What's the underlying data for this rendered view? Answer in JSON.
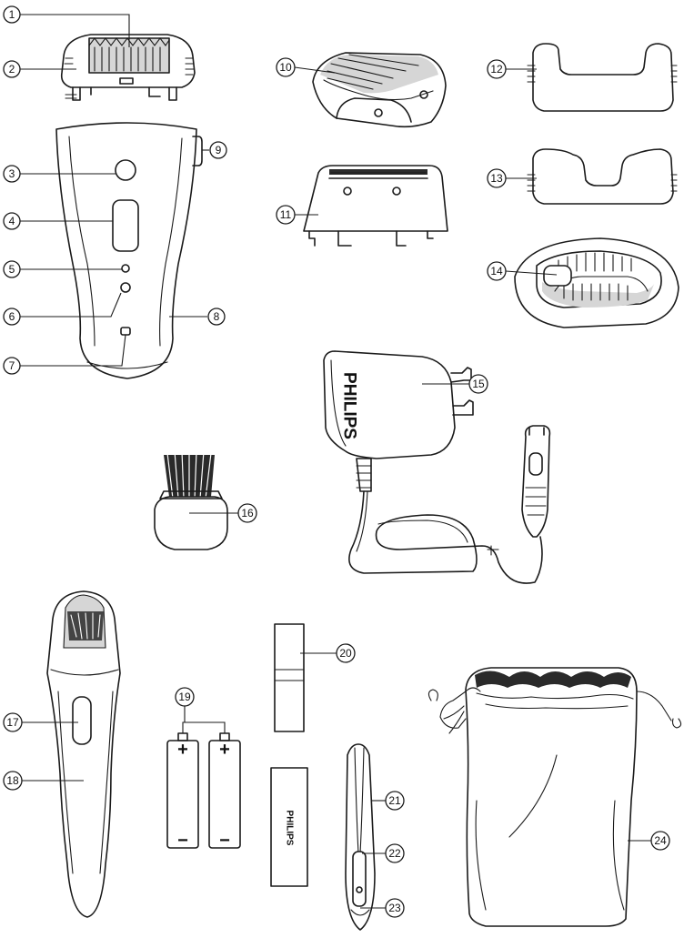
{
  "callouts": [
    "1",
    "2",
    "3",
    "4",
    "5",
    "6",
    "7",
    "8",
    "9",
    "10",
    "11",
    "12",
    "13",
    "14",
    "15",
    "16",
    "17",
    "18",
    "19",
    "20",
    "21",
    "22",
    "23",
    "24"
  ],
  "brand_adapter": "PHILIPS",
  "brand_case": "PHILIPS",
  "battery_plus": "+",
  "battery_minus": "−"
}
